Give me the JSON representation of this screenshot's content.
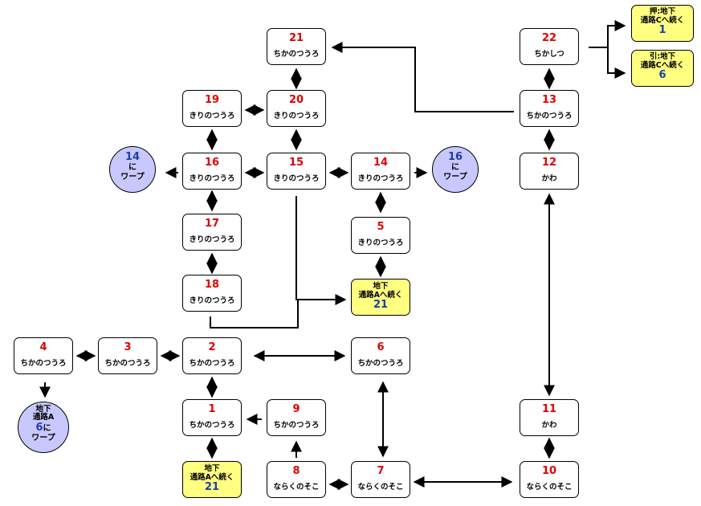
{
  "rooms": {
    "r21": {
      "num": "21",
      "name": "ちかのつうろ"
    },
    "r22": {
      "num": "22",
      "name": "ちかしつ"
    },
    "r19": {
      "num": "19",
      "name": "きりのつうろ"
    },
    "r20": {
      "num": "20",
      "name": "きりのつうろ"
    },
    "r13": {
      "num": "13",
      "name": "ちかのつうろ"
    },
    "r16": {
      "num": "16",
      "name": "きりのつうろ"
    },
    "r15": {
      "num": "15",
      "name": "きりのつうろ"
    },
    "r14": {
      "num": "14",
      "name": "きりのつうろ"
    },
    "r12": {
      "num": "12",
      "name": "かわ"
    },
    "r17": {
      "num": "17",
      "name": "きりのつうろ"
    },
    "r5": {
      "num": "5",
      "name": "きりのつうろ"
    },
    "r18": {
      "num": "18",
      "name": "きりのつうろ"
    },
    "r4": {
      "num": "4",
      "name": "ちかのつうろ"
    },
    "r3": {
      "num": "3",
      "name": "ちかのつうろ"
    },
    "r2": {
      "num": "2",
      "name": "ちかのつうろ"
    },
    "r6": {
      "num": "6",
      "name": "ちかのつうろ"
    },
    "r1": {
      "num": "1",
      "name": "ちかのつうろ"
    },
    "r9": {
      "num": "9",
      "name": "ちかのつうろ"
    },
    "r11": {
      "num": "11",
      "name": "かわ"
    },
    "r8": {
      "num": "8",
      "name": "ならくのそこ"
    },
    "r7": {
      "num": "7",
      "name": "ならくのそこ"
    },
    "r10": {
      "num": "10",
      "name": "ならくのそこ"
    }
  },
  "exits": {
    "push": {
      "l1": "押:地下",
      "l2": "通路Cへ続く",
      "num": "1"
    },
    "pull": {
      "l1": "引:地下",
      "l2": "通路Cへ続く",
      "num": "6"
    },
    "a21_mid": {
      "l1": "地下",
      "l2": "通路Aへ続く",
      "num": "21"
    },
    "a21_bottom": {
      "l1": "地下",
      "l2": "通路Aへ続く",
      "num": "21"
    }
  },
  "warps": {
    "w14": {
      "num": "14",
      "t1": "に",
      "t2": "ワープ"
    },
    "w16": {
      "num": "16",
      "t1": "に",
      "t2": "ワープ"
    },
    "w6": {
      "t0a": "地下",
      "t0b": "通路A",
      "num": "6",
      "t1": "に",
      "t2": "ワープ"
    }
  }
}
